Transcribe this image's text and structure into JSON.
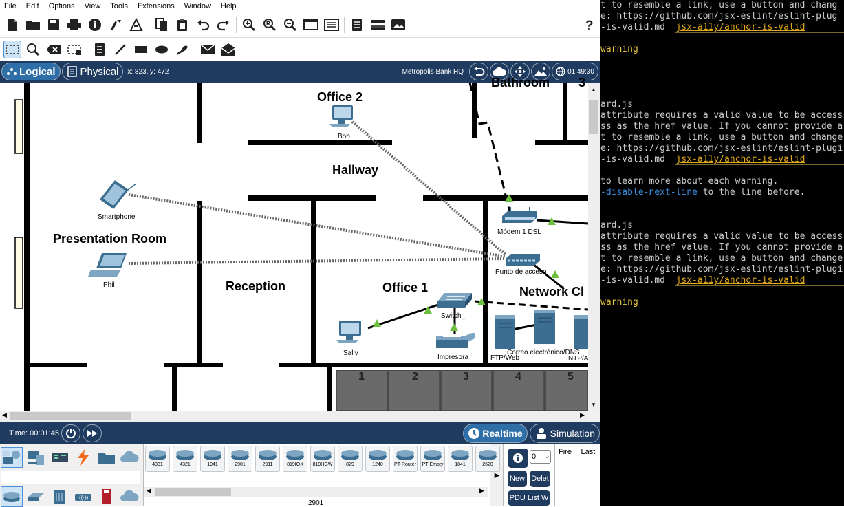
{
  "menu": [
    "File",
    "Edit",
    "Options",
    "View",
    "Tools",
    "Extensions",
    "Window",
    "Help"
  ],
  "icons": {
    "toolbar1": [
      "new-file-icon",
      "open-folder-icon",
      "save-icon",
      "print-icon",
      "info-icon",
      "activity-wizard-icon",
      "custom-device-icon",
      "copy-icon",
      "paste-icon",
      "undo-icon",
      "redo-icon",
      "zoom-in-icon",
      "zoom-reset-icon",
      "zoom-out-icon",
      "drawing-palette-icon",
      "custom-devices-dialog-icon",
      "notes-icon",
      "device-template-icon",
      "cluster-icon"
    ],
    "toolbar2": [
      "select-icon",
      "inspect-icon",
      "delete-icon",
      "resize-icon",
      "note-icon",
      "line-icon",
      "rectangle-icon",
      "ellipse-icon",
      "freeform-icon",
      "add-simple-pdu-icon",
      "add-complex-pdu-icon"
    ],
    "help": "help-icon"
  },
  "workspace": {
    "logical_label": "Logical",
    "physical_label": "Physical",
    "coords": "x: 823, y: 472",
    "viewport_name": "Metropolis Bank HQ",
    "clock": "01:49:30"
  },
  "rooms": {
    "office2": "Office 2",
    "hallway": "Hallway",
    "bathroom": "Bathroom",
    "presentation": "Presentation Room",
    "reception": "Reception",
    "office1": "Office 1",
    "network": "Network Cl",
    "corner": "3"
  },
  "devices_on_map": {
    "bob": "Bob",
    "smartphone": "Smartphone",
    "phil": "Phil",
    "modem": "Módem 1 DSL",
    "ap": "Punto de acceso",
    "switch": "Switch_",
    "sally": "Sally",
    "printer": "Impresora",
    "ftp": "FTP/Web",
    "mail": "Correo electrónico/DNS",
    "ntp": "NTP/A",
    "bays": [
      "1",
      "2",
      "3",
      "4",
      "5"
    ]
  },
  "status": {
    "time_label": "Time: 00:01:45",
    "realtime": "Realtime",
    "simulation": "Simulation"
  },
  "device_list": [
    "4331",
    "4321",
    "1941",
    "2901",
    "2911",
    "819IOX",
    "819HGW",
    "829",
    "1240",
    "PT-Router",
    "PT-Empty",
    "1841",
    "2620"
  ],
  "device_list_name": "2901",
  "pdu": {
    "select_value": "0",
    "new": "New",
    "delete": "Delet",
    "list": "PDU List W",
    "col_fire": "Fire",
    "col_last": "Last"
  },
  "terminal": {
    "l1": "t to resemble a link, use a button and chang",
    "l2": "e: https://github.com/jsx-eslint/eslint-plug",
    "l3a": "-is-valid.md  ",
    "l3b": "jsx-a11y/anchor-is-valid",
    "l4": "warning",
    "l5": "ard.js",
    "l6": "attribute requires a valid value to be access",
    "l7": "ss as the href value. If you cannot provide a",
    "l8": "t to resemble a link, use a button and change",
    "l9": "e: https://github.com/jsx-eslint/eslint-plugi",
    "l10a": "-is-valid.md  ",
    "l10b": "jsx-a11y/anchor-is-valid",
    "l11": "to learn more about each warning.",
    "l12a": "-disable-next-line",
    "l12b": " to the line before.",
    "l13": "ard.js",
    "l14": "attribute requires a valid value to be access",
    "l15": "ss as the href value. If you cannot provide a",
    "l16": "t to resemble a link, use a button and change",
    "l17": "e: https://github.com/jsx-eslint/eslint-plugi",
    "l18a": "-is-valid.md  ",
    "l18b": "jsx-a11y/anchor-is-valid",
    "l19": "warning"
  }
}
